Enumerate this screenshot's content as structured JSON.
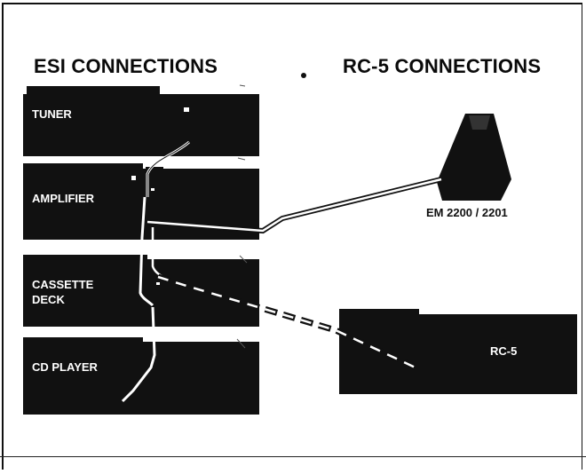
{
  "headings": {
    "esi": "ESI CONNECTIONS",
    "rc5": "RC-5 CONNECTIONS"
  },
  "components": {
    "tuner": "TUNER",
    "amplifier": "AMPLIFIER",
    "cassette_deck": "CASSETTE\nDECK",
    "cd_player": "CD PLAYER",
    "rc5_unit": "RC-5",
    "em_device": "EM 2200 / 2201"
  },
  "colors": {
    "device": "#111111",
    "wire": "#ffffff",
    "ink": "#111111"
  }
}
